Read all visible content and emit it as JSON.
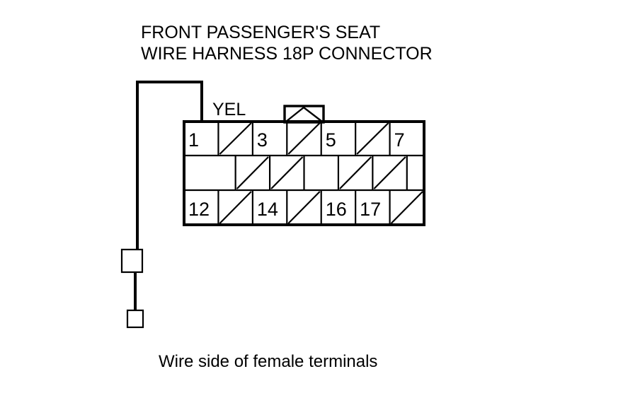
{
  "title": {
    "line1": "FRONT PASSENGER'S SEAT",
    "line2": "WIRE HARNESS 18P CONNECTOR"
  },
  "caption": "Wire side of female terminals",
  "wire": {
    "label": "YEL",
    "color_name": "YEL",
    "attached_pin": "1",
    "stroke_color": "#000000"
  },
  "connector": {
    "pin_count": "18P",
    "outline_color": "#000000",
    "fill_color": "#ffffff",
    "rows": [
      {
        "name": "top-row",
        "cells": [
          {
            "label": "1",
            "blanked": false
          },
          {
            "label": "",
            "blanked": true
          },
          {
            "label": "3",
            "blanked": false
          },
          {
            "label": "",
            "blanked": true
          },
          {
            "label": "5",
            "blanked": false
          },
          {
            "label": "",
            "blanked": true
          },
          {
            "label": "7",
            "blanked": false
          }
        ]
      },
      {
        "name": "middle-row",
        "cells": [
          {
            "label": "",
            "blanked": false
          },
          {
            "label": "",
            "blanked": true
          },
          {
            "label": "",
            "blanked": true
          },
          {
            "label": "",
            "blanked": false
          },
          {
            "label": "",
            "blanked": true
          },
          {
            "label": "",
            "blanked": true
          },
          {
            "label": "",
            "blanked": false
          }
        ]
      },
      {
        "name": "bottom-row",
        "cells": [
          {
            "label": "12",
            "blanked": false
          },
          {
            "label": "",
            "blanked": true
          },
          {
            "label": "14",
            "blanked": false
          },
          {
            "label": "",
            "blanked": true
          },
          {
            "label": "16",
            "blanked": false
          },
          {
            "label": "17",
            "blanked": false
          },
          {
            "label": "",
            "blanked": true
          }
        ]
      }
    ]
  }
}
